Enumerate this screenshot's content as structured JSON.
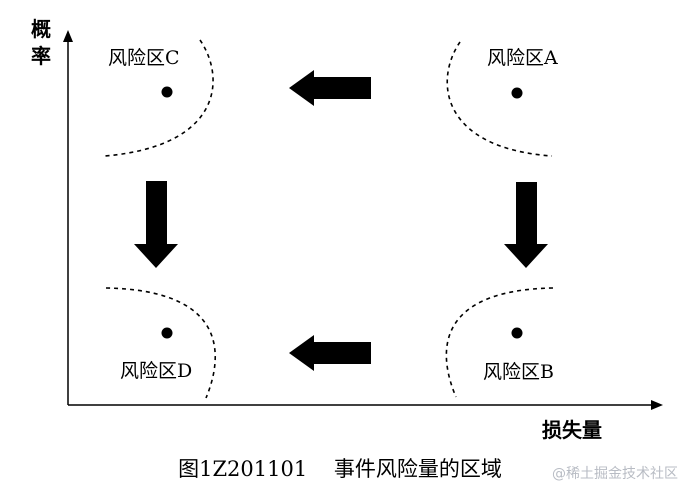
{
  "axes": {
    "y_label": "概率",
    "x_label": "损失量"
  },
  "zones": {
    "a": "风险区A",
    "b": "风险区B",
    "c": "风险区C",
    "d": "风险区D"
  },
  "caption": "图1Z201101    事件风险量的区域",
  "watermark": "@稀土掘金技术社区"
}
